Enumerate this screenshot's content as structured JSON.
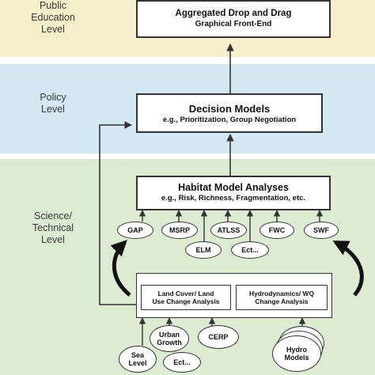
{
  "colors": {
    "education_band": "#f6efc9",
    "policy_band": "#d4e8f2",
    "science_band": "#ddebd3",
    "border": "#333333",
    "text": "#111111"
  },
  "levels": {
    "education": [
      "Public",
      "Education",
      "Level"
    ],
    "policy": [
      "Policy",
      "Level"
    ],
    "science": [
      "Science/",
      "Technical",
      "Level"
    ]
  },
  "boxes": {
    "front_end": {
      "title": "Aggregated Drop and Drag",
      "subtitle": "Graphical Front-End"
    },
    "decision": {
      "title": "Decision Models",
      "subtitle": "e.g., Prioritization, Group Negotiation"
    },
    "habitat": {
      "title": "Habitat Model Analyses",
      "subtitle": "e.g., Risk, Richness, Fragmentation, etc."
    },
    "land_cover": [
      "Land Cover/ Land",
      "Use Change Analysis"
    ],
    "hydrodynamics": [
      "Hydrodynamics/ WQ",
      "Change Analysis"
    ]
  },
  "models": {
    "gap": "GAP",
    "msrp": "MSRP",
    "atlss": "ATLSS",
    "fwc": "FWC",
    "swf": "SWF",
    "elm": "ELM",
    "etc": "Ect..."
  },
  "inputs": {
    "urban_growth": [
      "Urban",
      "Growth"
    ],
    "cerp": "CERP",
    "sea_level": [
      "Sea",
      "Level"
    ],
    "etc": "Ect...",
    "hydro_models": [
      "Hydro",
      "Models"
    ]
  }
}
